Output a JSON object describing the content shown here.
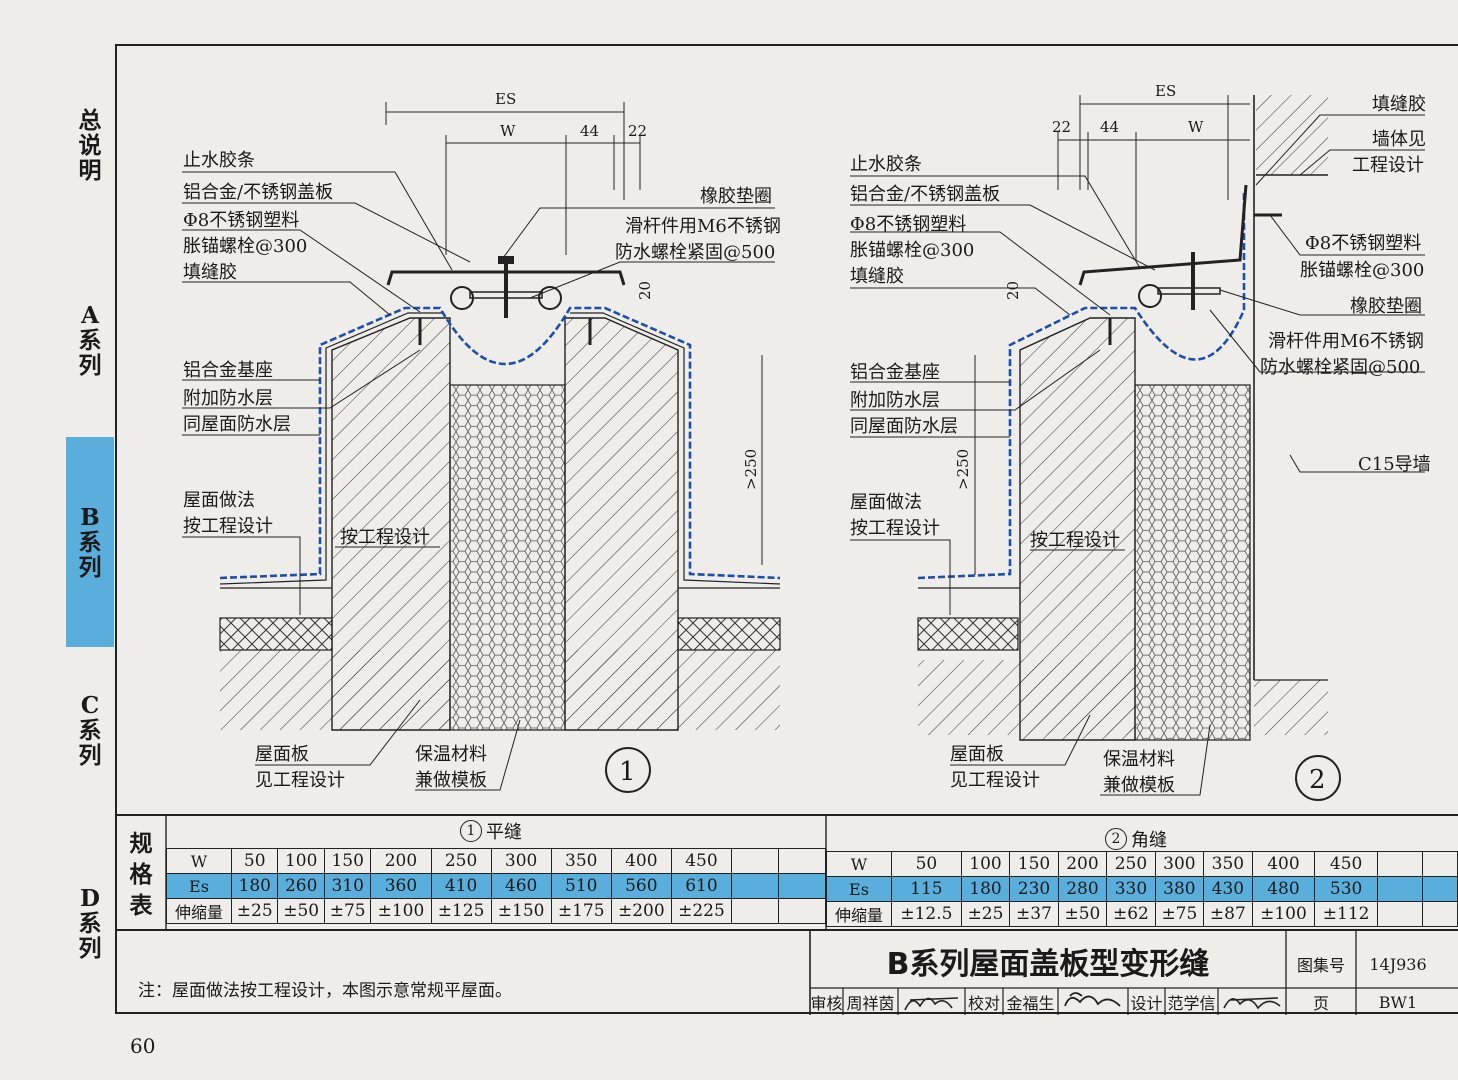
{
  "sidebar": {
    "tabs": [
      {
        "chars": [
          "总",
          "说",
          "明"
        ]
      },
      {
        "chars": [
          "A",
          "系",
          "列"
        ]
      },
      {
        "chars": [
          "B",
          "系",
          "列"
        ]
      },
      {
        "chars": [
          "C",
          "系",
          "列"
        ]
      },
      {
        "chars": [
          "D",
          "系",
          "列"
        ]
      }
    ]
  },
  "detail1": {
    "number": "1",
    "dims": {
      "es": "ES",
      "w": "W",
      "d44": "44",
      "d22": "22",
      "d20": "20",
      "h250": ">250"
    },
    "labels": {
      "water_strip": "止水胶条",
      "cover_plate": "铝合金/不锈钢盖板",
      "anchor_bolt_1": "Φ8不锈钢塑料",
      "anchor_bolt_2": "胀锚螺栓@300",
      "sealant": "填缝胶",
      "rubber_gasket": "橡胶垫圈",
      "slide_bolt_1": "滑杆件用M6不锈钢",
      "slide_bolt_2": "防水螺栓紧固@500",
      "base": "铝合金基座",
      "extra_waterproof": "附加防水层",
      "same_waterproof": "同屋面防水层",
      "roof_method_1": "屋面做法",
      "roof_method_2": "按工程设计",
      "by_design": "按工程设计",
      "roof_slab_1": "屋面板",
      "roof_slab_2": "见工程设计",
      "insulation_1": "保温材料",
      "insulation_2": "兼做模板"
    }
  },
  "detail2": {
    "number": "2",
    "dims": {
      "es": "ES",
      "w": "W",
      "d44": "44",
      "d22": "22",
      "d20": "20",
      "h250": ">250"
    },
    "labels": {
      "sealant_top": "填缝胶",
      "wall_1": "墙体见",
      "wall_2": "工程设计",
      "water_strip": "止水胶条",
      "cover_plate": "铝合金/不锈钢盖板",
      "anchor_bolt_1": "Φ8不锈钢塑料",
      "anchor_bolt_2": "胀锚螺栓@300",
      "sealant": "填缝胶",
      "anchor_bolt_r1": "Φ8不锈钢塑料",
      "anchor_bolt_r2": "胀锚螺栓@300",
      "rubber_gasket": "橡胶垫圈",
      "slide_bolt_1": "滑杆件用M6不锈钢",
      "slide_bolt_2": "防水螺栓紧固@500",
      "base": "铝合金基座",
      "extra_waterproof": "附加防水层",
      "same_waterproof": "同屋面防水层",
      "guide_wall": "C15导墙",
      "roof_method_1": "屋面做法",
      "roof_method_2": "按工程设计",
      "by_design": "按工程设计",
      "roof_slab_1": "屋面板",
      "roof_slab_2": "见工程设计",
      "insulation_1": "保温材料",
      "insulation_2": "兼做模板"
    }
  },
  "spec_table": {
    "label": [
      "规",
      "格",
      "表"
    ],
    "flat": {
      "title_num": "1",
      "title": "平缝",
      "row_headers": [
        "W",
        "Es",
        "伸缩量"
      ],
      "w": [
        "50",
        "100",
        "150",
        "200",
        "250",
        "300",
        "350",
        "400",
        "450"
      ],
      "es": [
        "180",
        "260",
        "310",
        "360",
        "410",
        "460",
        "510",
        "560",
        "610"
      ],
      "stretch": [
        "±25",
        "±50",
        "±75",
        "±100",
        "±125",
        "±150",
        "±175",
        "±200",
        "±225"
      ]
    },
    "corner": {
      "title_num": "2",
      "title": "角缝",
      "row_headers": [
        "W",
        "Es",
        "伸缩量"
      ],
      "w": [
        "50",
        "100",
        "150",
        "200",
        "250",
        "300",
        "350",
        "400",
        "450"
      ],
      "es": [
        "115",
        "180",
        "230",
        "280",
        "330",
        "380",
        "430",
        "480",
        "530"
      ],
      "stretch": [
        "±12.5",
        "±25",
        "±37",
        "±50",
        "±62",
        "±75",
        "±87",
        "±100",
        "±112"
      ]
    }
  },
  "note": "注：屋面做法按工程设计，本图示意常规平屋面。",
  "title_block": {
    "title": "B系列屋面盖板型变形缝",
    "atlas_label": "图集号",
    "atlas_no": "14J936",
    "review": "审核",
    "review_name": "周祥茵",
    "check": "校对",
    "check_name": "金福生",
    "design": "设计",
    "design_name": "范学信",
    "page_label": "页",
    "page_no": "BW1"
  },
  "page_number": "60",
  "colors": {
    "tab_active": "#5aaedc",
    "waterproof": "#1e4fa8",
    "es_row": "#5aaedc"
  }
}
